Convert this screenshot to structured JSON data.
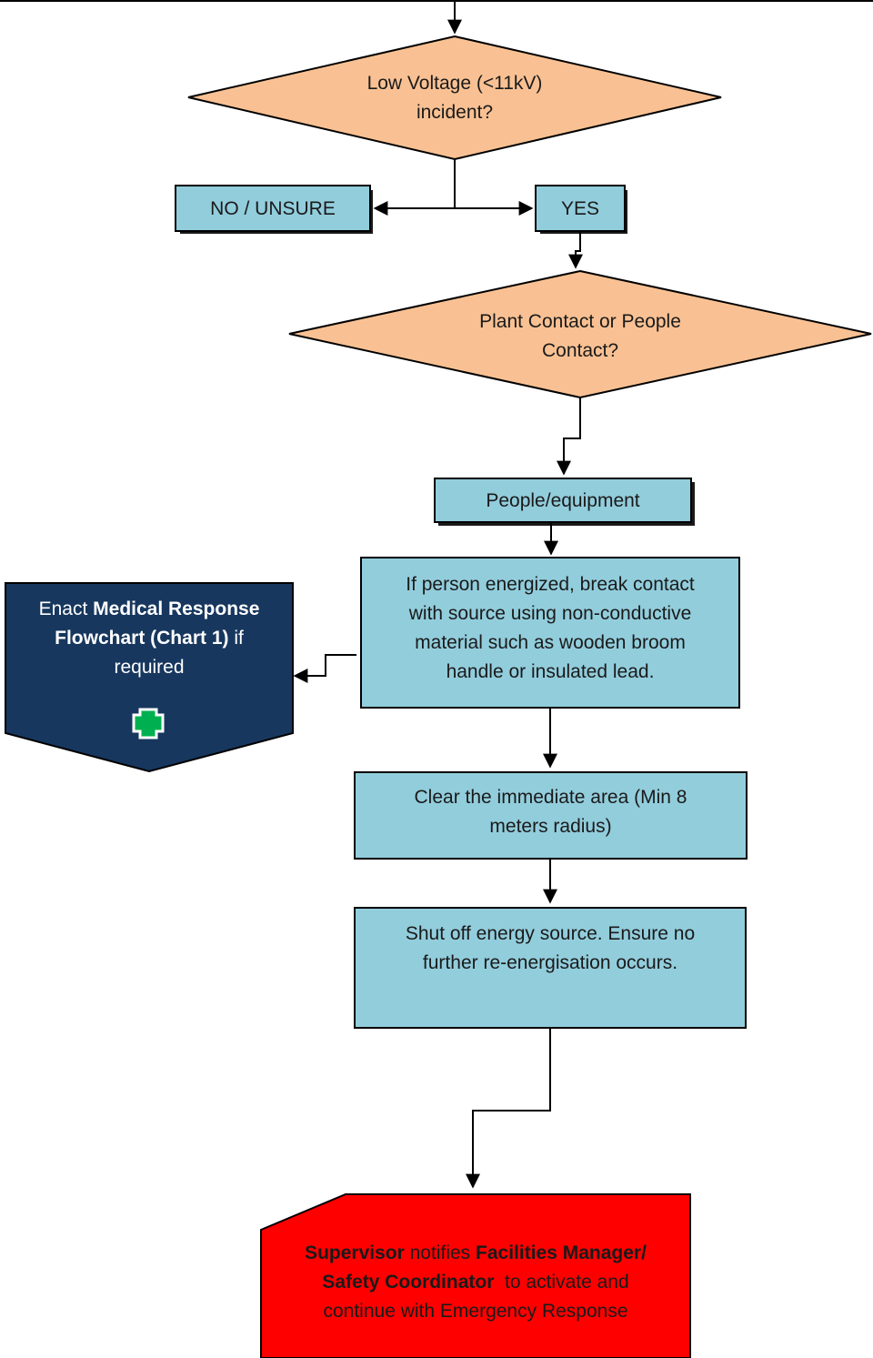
{
  "decision1": {
    "line1": "Low Voltage (<11kV)",
    "line2": "incident?"
  },
  "branch_no": "NO / UNSURE",
  "branch_yes": "YES",
  "decision2": {
    "line1": "Plant Contact or People",
    "line2": "Contact?"
  },
  "people_equipment": "People/equipment",
  "break_contact": {
    "line1": "If person energized, break contact",
    "line2": "with source using non-conductive",
    "line3": "material such as wooden broom",
    "line4": "handle or insulated lead."
  },
  "medical": {
    "enact": "Enact ",
    "bold1": "Medical Response",
    "bold2": "Flowchart (Chart 1)",
    "tail": " if",
    "line3": "required"
  },
  "clear_area": {
    "line1": "Clear the immediate area (Min 8",
    "line2": "meters radius)"
  },
  "shut_off": {
    "line1": "Shut off energy source. Ensure no",
    "line2": "further re-energisation occurs."
  },
  "supervisor": {
    "bold1": "Supervisor",
    "mid1": " notifies ",
    "bold2": "Facilities Manager/",
    "bold3": "Safety Coordinator",
    "mid2": "  to activate and",
    "line3": "continue with Emergency Response"
  },
  "icons": {
    "medical_cross": "green-cross-icon"
  },
  "colors": {
    "decision_fill": "#f9c193",
    "process_fill": "#92cddc",
    "medical_fill": "#17375e",
    "alert_fill": "#ff0000",
    "cross_fill": "#00b050"
  }
}
